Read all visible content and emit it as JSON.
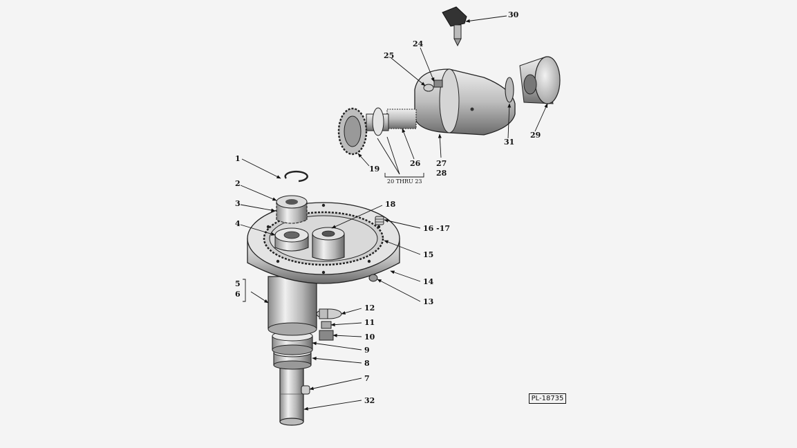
{
  "part_number": "PL-18735",
  "bracket_text": "20 THRU 23",
  "callouts": {
    "c1": "1",
    "c2": "2",
    "c3": "3",
    "c4": "4",
    "c5": "5",
    "c6": "6",
    "c7": "7",
    "c8": "8",
    "c9": "9",
    "c10": "10",
    "c11": "11",
    "c12": "12",
    "c13": "13",
    "c14": "14",
    "c15": "15",
    "c16_17": "16 -17",
    "c18": "18",
    "c19": "19",
    "c24": "24",
    "c25": "25",
    "c26": "26",
    "c27": "27",
    "c28": "28",
    "c29": "29",
    "c30": "30",
    "c31": "31",
    "c32": "32"
  },
  "colors": {
    "ink": "#111111",
    "paper": "#f4f4f4",
    "metal_light": "#e6e6e6",
    "metal_mid": "#b8b8b8",
    "metal_dark": "#6f6f6f"
  }
}
